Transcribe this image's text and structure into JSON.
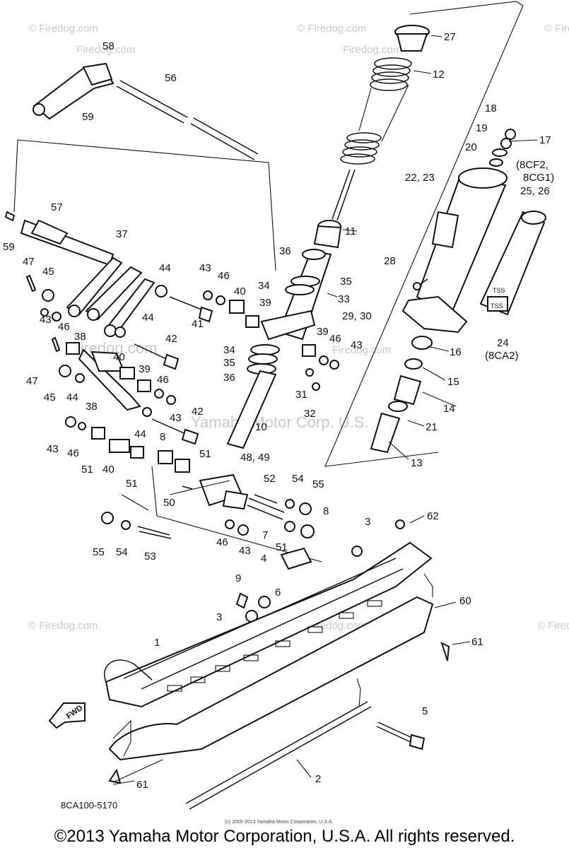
{
  "watermarks": {
    "brand": "© Firedog.com",
    "brand_alt": "Firedog.com",
    "brand_site": "Firedog.com",
    "mid": "Yamaha Motor Corp. U.S."
  },
  "labels": [
    {
      "id": "l27",
      "text": "27"
    },
    {
      "id": "l12",
      "text": "12"
    },
    {
      "id": "l58",
      "text": "58"
    },
    {
      "id": "l56",
      "text": "56"
    },
    {
      "id": "l59a",
      "text": "59"
    },
    {
      "id": "l18",
      "text": "18"
    },
    {
      "id": "l19",
      "text": "19"
    },
    {
      "id": "l17",
      "text": "17"
    },
    {
      "id": "l20",
      "text": "20"
    },
    {
      "id": "l8cf2",
      "text": "(8CF2,"
    },
    {
      "id": "l8cg1",
      "text": "8CG1)"
    },
    {
      "id": "l2223",
      "text": "22, 23"
    },
    {
      "id": "l2526",
      "text": "25, 26"
    },
    {
      "id": "l57",
      "text": "57"
    },
    {
      "id": "l59b",
      "text": "59"
    },
    {
      "id": "l11",
      "text": "11"
    },
    {
      "id": "l37",
      "text": "37"
    },
    {
      "id": "l47a",
      "text": "47"
    },
    {
      "id": "l45a",
      "text": "45"
    },
    {
      "id": "l44a",
      "text": "44"
    },
    {
      "id": "l43a",
      "text": "43"
    },
    {
      "id": "l46a",
      "text": "46"
    },
    {
      "id": "l36a",
      "text": "36"
    },
    {
      "id": "l28",
      "text": "28"
    },
    {
      "id": "l35a",
      "text": "35"
    },
    {
      "id": "l34a",
      "text": "34"
    },
    {
      "id": "l40a",
      "text": "40"
    },
    {
      "id": "l33",
      "text": "33"
    },
    {
      "id": "l39a",
      "text": "39"
    },
    {
      "id": "l2930",
      "text": "29, 30"
    },
    {
      "id": "l24",
      "text": "24"
    },
    {
      "id": "l8ca2",
      "text": "(8CA2)"
    },
    {
      "id": "l43b",
      "text": "43"
    },
    {
      "id": "l46b",
      "text": "46"
    },
    {
      "id": "l38a",
      "text": "38"
    },
    {
      "id": "l44b",
      "text": "44"
    },
    {
      "id": "l42a",
      "text": "42"
    },
    {
      "id": "l41",
      "text": "41"
    },
    {
      "id": "l39b",
      "text": "39"
    },
    {
      "id": "l46c",
      "text": "46"
    },
    {
      "id": "l43c",
      "text": "43"
    },
    {
      "id": "l16",
      "text": "16"
    },
    {
      "id": "l34b",
      "text": "34"
    },
    {
      "id": "l35b",
      "text": "35"
    },
    {
      "id": "l36b",
      "text": "36"
    },
    {
      "id": "l40b",
      "text": "40"
    },
    {
      "id": "l15",
      "text": "15"
    },
    {
      "id": "l47b",
      "text": "47"
    },
    {
      "id": "l45b",
      "text": "45"
    },
    {
      "id": "l44c",
      "text": "44"
    },
    {
      "id": "l38b",
      "text": "38"
    },
    {
      "id": "l39c",
      "text": "39"
    },
    {
      "id": "l46d",
      "text": "46"
    },
    {
      "id": "l31",
      "text": "31"
    },
    {
      "id": "l32",
      "text": "32"
    },
    {
      "id": "l14",
      "text": "14"
    },
    {
      "id": "l43d",
      "text": "43"
    },
    {
      "id": "l42b",
      "text": "42"
    },
    {
      "id": "l10",
      "text": "10"
    },
    {
      "id": "l21",
      "text": "21"
    },
    {
      "id": "l43e",
      "text": "43"
    },
    {
      "id": "l46e",
      "text": "46"
    },
    {
      "id": "l44d",
      "text": "44"
    },
    {
      "id": "l8a",
      "text": "8"
    },
    {
      "id": "l13",
      "text": "13"
    },
    {
      "id": "l51a",
      "text": "51"
    },
    {
      "id": "l40c",
      "text": "40"
    },
    {
      "id": "l51b",
      "text": "51"
    },
    {
      "id": "l4849",
      "text": "48, 49"
    },
    {
      "id": "l51c",
      "text": "51"
    },
    {
      "id": "l52",
      "text": "52"
    },
    {
      "id": "l54a",
      "text": "54"
    },
    {
      "id": "l55a",
      "text": "55"
    },
    {
      "id": "l50",
      "text": "50"
    },
    {
      "id": "l8b",
      "text": "8"
    },
    {
      "id": "l3a",
      "text": "3"
    },
    {
      "id": "l62",
      "text": "62"
    },
    {
      "id": "l55b",
      "text": "55"
    },
    {
      "id": "l54b",
      "text": "54"
    },
    {
      "id": "l53",
      "text": "53"
    },
    {
      "id": "l46f",
      "text": "46"
    },
    {
      "id": "l43f",
      "text": "43"
    },
    {
      "id": "l7",
      "text": "7"
    },
    {
      "id": "l51d",
      "text": "51"
    },
    {
      "id": "l4",
      "text": "4"
    },
    {
      "id": "l9",
      "text": "9"
    },
    {
      "id": "l6",
      "text": "6"
    },
    {
      "id": "l60",
      "text": "60"
    },
    {
      "id": "l3b",
      "text": "3"
    },
    {
      "id": "l1",
      "text": "1"
    },
    {
      "id": "l61a",
      "text": "61"
    },
    {
      "id": "l5",
      "text": "5"
    },
    {
      "id": "l2",
      "text": "2"
    },
    {
      "id": "l61b",
      "text": "61"
    }
  ],
  "part_marks": {
    "tss1": "TSS",
    "tss2": "TSS",
    "fwd": "FWD"
  },
  "diagram_code": "8CA100-5170",
  "tiny_notice": "(c) 2005-2013 Yamaha Motor Corporation, U.S.A.",
  "copyright": "©2013 Yamaha Motor Corporation, U.S.A. All rights reserved.",
  "colors": {
    "ink": "#111111",
    "watermark": "#c9c9c9",
    "background": "#ffffff"
  }
}
